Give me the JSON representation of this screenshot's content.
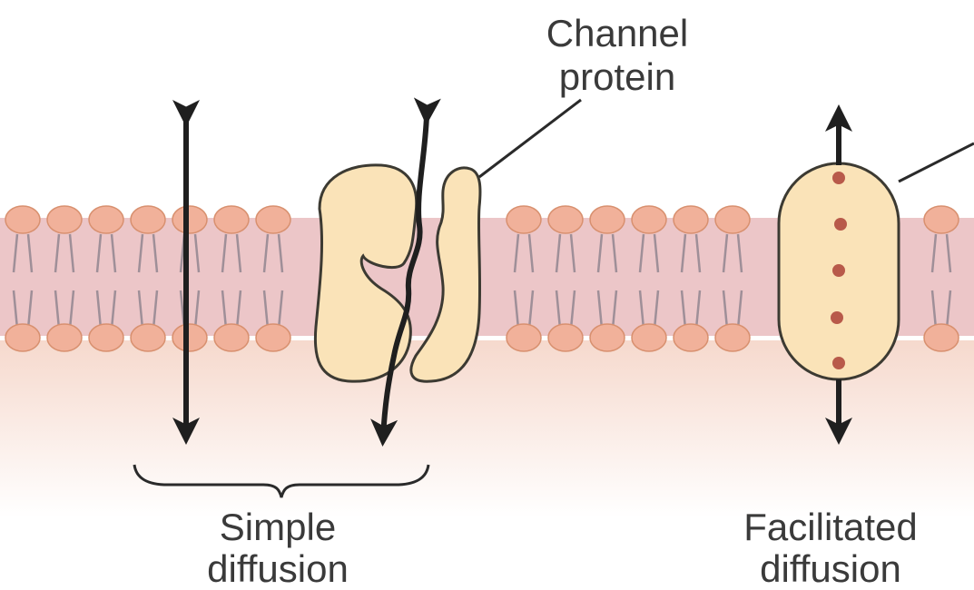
{
  "labels": {
    "channel_protein": [
      "Channel",
      "protein"
    ],
    "simple_diffusion": [
      "Simple",
      "diffusion"
    ],
    "facilitated_diffusion": [
      "Facilitated",
      "diffusion"
    ]
  },
  "colors": {
    "membrane_band": "#ecc6c8",
    "phospholipid_head": "#f1b19a",
    "phospholipid_head_stroke": "#d8906f",
    "lipid_tail": "#9f8f98",
    "protein_fill": "#fae3b8",
    "protein_stroke": "#3c3a32",
    "arrow": "#1f1f1f",
    "dot": "#b85a4a",
    "label_text": "#3a3a3a",
    "cytoplasm_gradient_top": "#f6d9cd"
  },
  "icons": {
    "arrow": "double-headed-arrow",
    "brace": "curly-brace"
  }
}
